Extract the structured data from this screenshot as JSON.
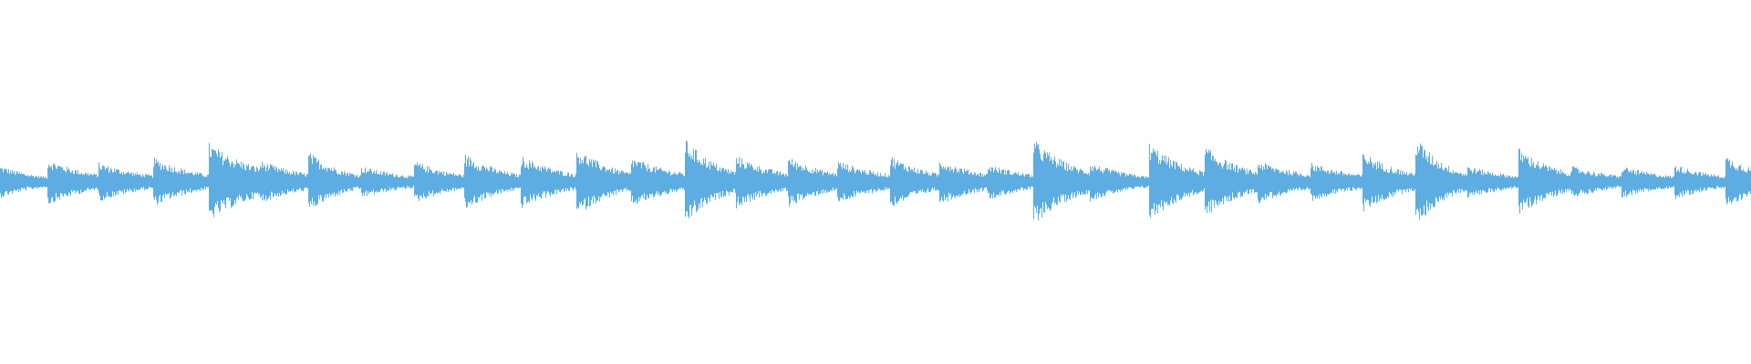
{
  "waveform": {
    "color": "#5dade2",
    "background": "#ffffff",
    "centerline": 0.5,
    "baseline_amplitude": 0.015,
    "onsets": [
      {
        "t": 0.0,
        "a": 0.045,
        "decay": 0.08
      },
      {
        "t": 0.027,
        "a": 0.065,
        "decay": 0.09
      },
      {
        "t": 0.056,
        "a": 0.055,
        "decay": 0.1
      },
      {
        "t": 0.087,
        "a": 0.07,
        "decay": 0.09
      },
      {
        "t": 0.119,
        "a": 0.11,
        "decay": 0.1
      },
      {
        "t": 0.148,
        "a": 0.06,
        "decay": 0.1
      },
      {
        "t": 0.176,
        "a": 0.085,
        "decay": 0.07
      },
      {
        "t": 0.206,
        "a": 0.045,
        "decay": 0.1
      },
      {
        "t": 0.236,
        "a": 0.06,
        "decay": 0.09
      },
      {
        "t": 0.265,
        "a": 0.08,
        "decay": 0.08
      },
      {
        "t": 0.297,
        "a": 0.075,
        "decay": 0.09
      },
      {
        "t": 0.329,
        "a": 0.095,
        "decay": 0.08
      },
      {
        "t": 0.36,
        "a": 0.07,
        "decay": 0.1
      },
      {
        "t": 0.391,
        "a": 0.12,
        "decay": 0.07
      },
      {
        "t": 0.42,
        "a": 0.075,
        "decay": 0.09
      },
      {
        "t": 0.45,
        "a": 0.07,
        "decay": 0.09
      },
      {
        "t": 0.478,
        "a": 0.06,
        "decay": 0.1
      },
      {
        "t": 0.508,
        "a": 0.075,
        "decay": 0.08
      },
      {
        "t": 0.536,
        "a": 0.065,
        "decay": 0.09
      },
      {
        "t": 0.564,
        "a": 0.05,
        "decay": 0.1
      },
      {
        "t": 0.59,
        "a": 0.12,
        "decay": 0.08
      },
      {
        "t": 0.622,
        "a": 0.055,
        "decay": 0.09
      },
      {
        "t": 0.656,
        "a": 0.11,
        "decay": 0.08
      },
      {
        "t": 0.688,
        "a": 0.1,
        "decay": 0.08
      },
      {
        "t": 0.718,
        "a": 0.06,
        "decay": 0.1
      },
      {
        "t": 0.748,
        "a": 0.055,
        "decay": 0.1
      },
      {
        "t": 0.778,
        "a": 0.085,
        "decay": 0.08
      },
      {
        "t": 0.808,
        "a": 0.13,
        "decay": 0.06
      },
      {
        "t": 0.838,
        "a": 0.045,
        "decay": 0.1
      },
      {
        "t": 0.867,
        "a": 0.095,
        "decay": 0.08
      },
      {
        "t": 0.897,
        "a": 0.045,
        "decay": 0.1
      },
      {
        "t": 0.926,
        "a": 0.045,
        "decay": 0.1
      },
      {
        "t": 0.956,
        "a": 0.05,
        "decay": 0.09
      },
      {
        "t": 0.985,
        "a": 0.075,
        "decay": 0.08
      }
    ]
  }
}
